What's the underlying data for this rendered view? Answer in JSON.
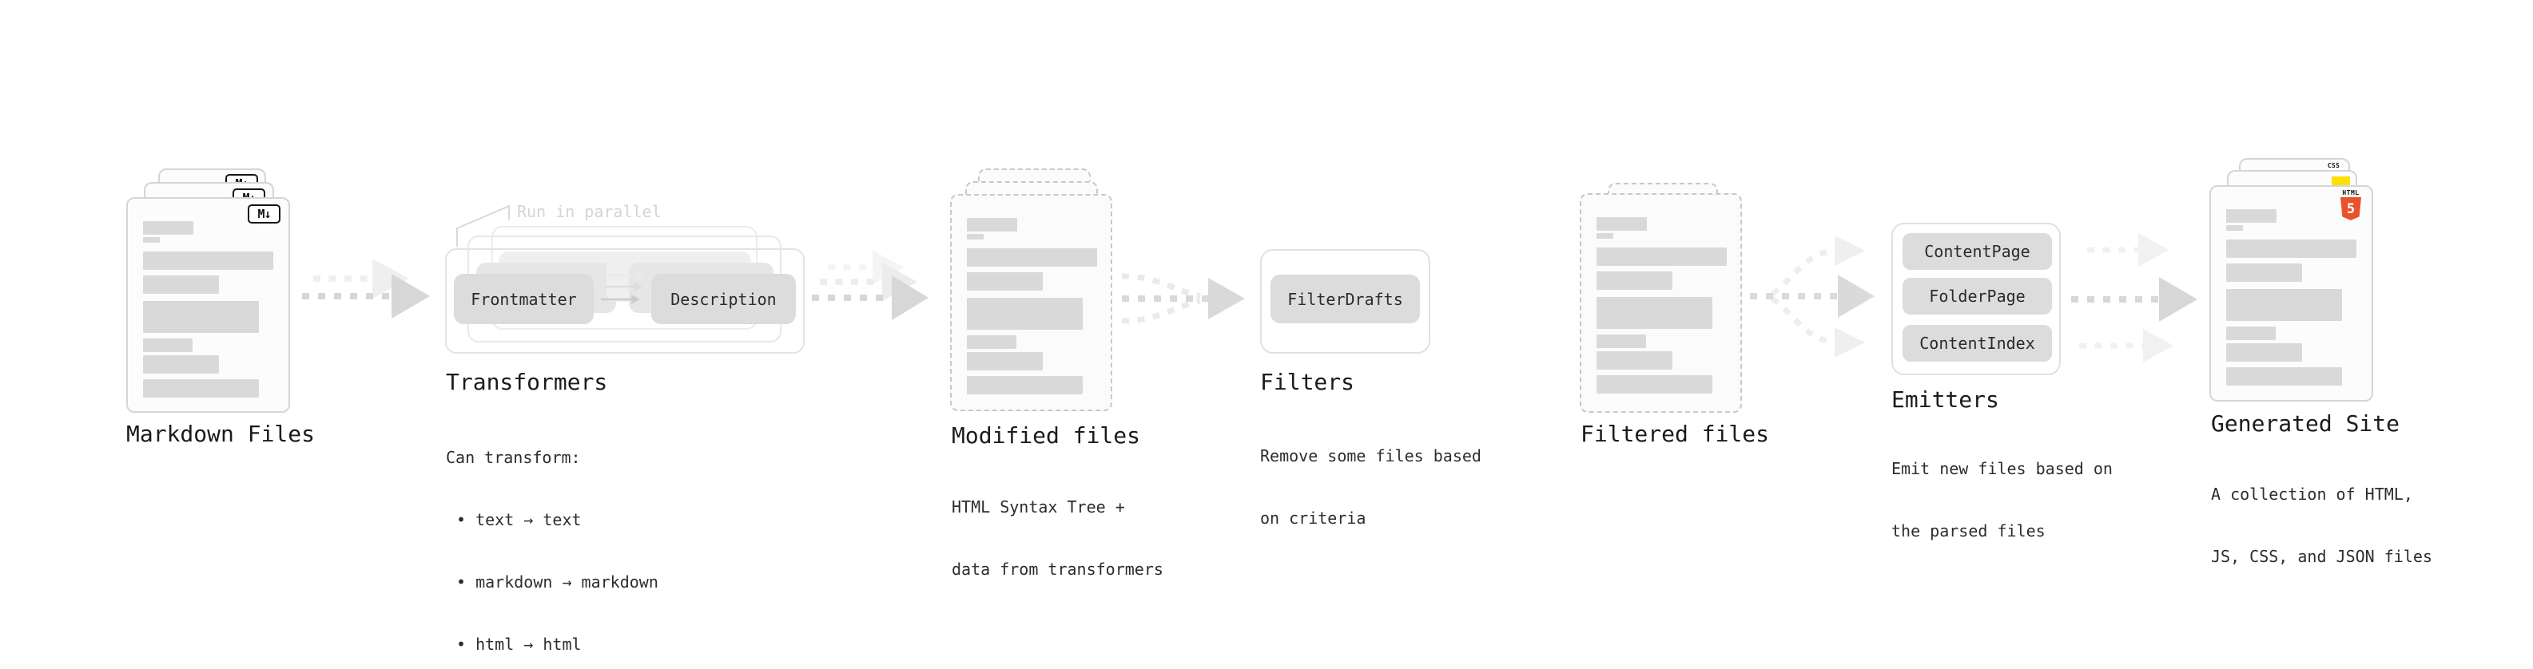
{
  "stages": {
    "markdown": {
      "title": "Markdown Files"
    },
    "transformers": {
      "title": "Transformers",
      "annotation": "Run in parallel",
      "box_frontmatter": "Frontmatter",
      "box_description": "Description",
      "desc_heading": "Can transform:",
      "bullets": [
        "• text → text",
        "• markdown → markdown",
        "• html → html"
      ]
    },
    "modified": {
      "title": "Modified files",
      "subtitle_lines": [
        "HTML Syntax Tree +",
        "data from transformers"
      ]
    },
    "filters": {
      "title": "Filters",
      "box": "FilterDrafts",
      "subtitle_lines": [
        "Remove some files based",
        "on criteria"
      ]
    },
    "filtered": {
      "title": "Filtered files"
    },
    "emitters": {
      "title": "Emitters",
      "boxes": [
        "ContentPage",
        "FolderPage",
        "ContentIndex"
      ],
      "subtitle_lines": [
        "Emit new files based on",
        "the parsed files"
      ]
    },
    "generated": {
      "title": "Generated Site",
      "subtitle_lines": [
        "A collection of HTML,",
        "JS, CSS, and JSON files"
      ]
    }
  },
  "badges": {
    "markdown": "M↓",
    "html5_label": "HTML",
    "html5_numeral": "5",
    "css_label": "CSS"
  },
  "colors": {
    "html5_orange": "#e8532c",
    "css_blue": "#2e6bf2",
    "js_yellow": "#ffdf00",
    "arrow_gray": "#d7d7d7",
    "arrow_ghost_gray": "#eeeeee",
    "placeholder_bar": "#d9d9d9"
  }
}
